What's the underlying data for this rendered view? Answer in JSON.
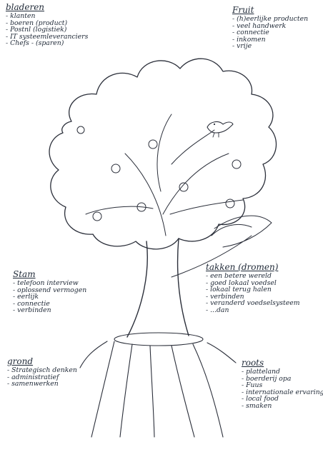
{
  "diagram": {
    "sections": {
      "bladeren": {
        "title": "bladeren",
        "items": [
          "- klanten",
          "- boeren (product)",
          "- Postnl (logistiek)",
          "- IT systeemleveranciers",
          "- Chefs - (sparen)"
        ]
      },
      "fruit": {
        "title": "Fruit",
        "items": [
          "- (h)eerlijke producten",
          "- veel handwerk",
          "- connectie",
          "- inkomen",
          "- vrije"
        ]
      },
      "stam": {
        "title": "Stam",
        "items": [
          "- telefoon interview",
          "- oplossend vermogen",
          "- eerlijk",
          "- connectie",
          "- verbinden"
        ]
      },
      "takken": {
        "title": "takken (dromen)",
        "items": [
          "- een betere wereld",
          "- goed lokaal voedsel",
          "- lokaal terug halen",
          "- verbinden",
          "- veranderd voedselsysteem",
          "- ...dan"
        ]
      },
      "grond": {
        "title": "grond",
        "items": [
          "- Strategisch denken",
          "- administratief",
          "- samenwerken"
        ]
      },
      "roots": {
        "title": "roots",
        "items": [
          "- platteland",
          "- boerderij opa",
          "- Fuus",
          "- internationale ervaring",
          "- local food",
          "- smaken"
        ]
      }
    }
  }
}
